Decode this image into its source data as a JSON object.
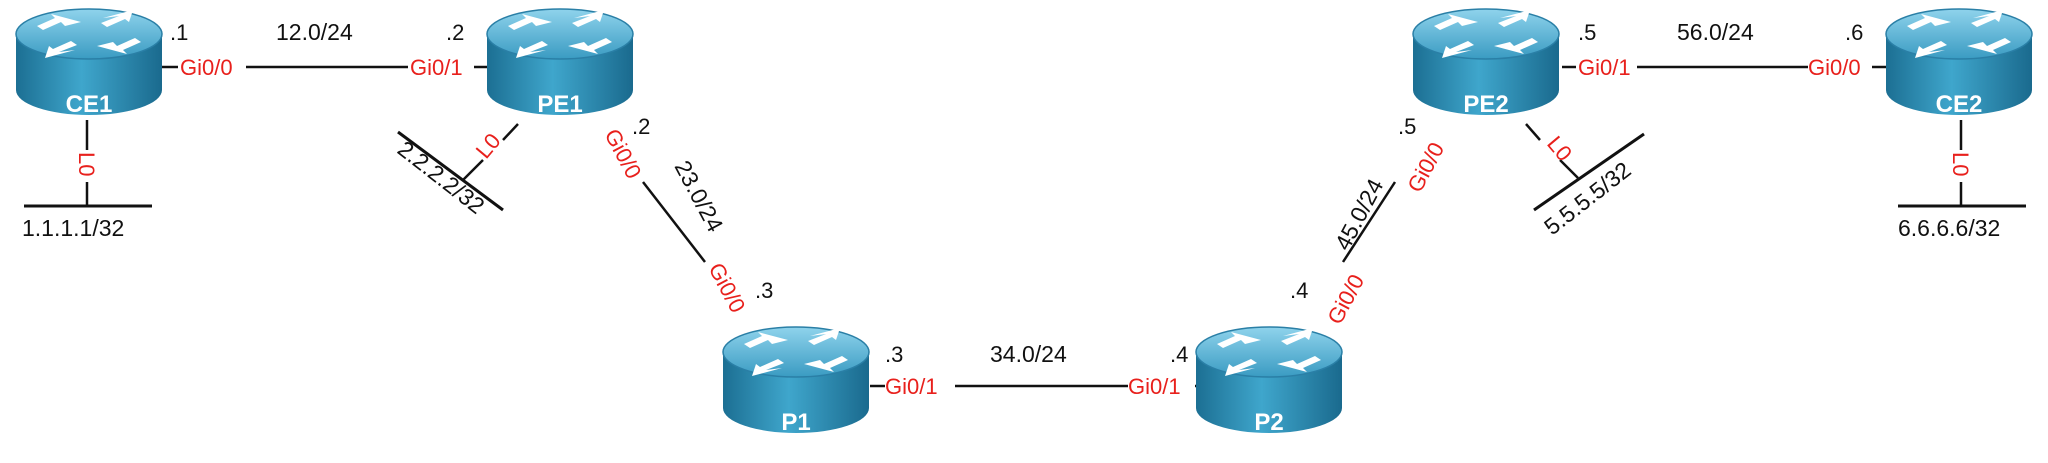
{
  "routers": [
    {
      "id": "ce1",
      "name": "CE1"
    },
    {
      "id": "pe1",
      "name": "PE1"
    },
    {
      "id": "p1",
      "name": "P1"
    },
    {
      "id": "p2",
      "name": "P2"
    },
    {
      "id": "pe2",
      "name": "PE2"
    },
    {
      "id": "ce2",
      "name": "CE2"
    }
  ],
  "links": {
    "ce1_pe1": {
      "subnet": "12.0/24",
      "a_iface": "Gi0/0",
      "a_host": ".1",
      "b_iface": "Gi0/1",
      "b_host": ".2"
    },
    "pe1_p1": {
      "subnet": "23.0/24",
      "a_iface": "Gi0/0",
      "a_host": ".2",
      "b_iface": "Gi0/0",
      "b_host": ".3"
    },
    "p1_p2": {
      "subnet": "34.0/24",
      "a_iface": "Gi0/1",
      "a_host": ".3",
      "b_iface": "Gi0/1",
      "b_host": ".4"
    },
    "p2_pe2": {
      "subnet": "45.0/24",
      "a_iface": "Gi0/0",
      "a_host": ".4",
      "b_iface": "Gi0/0",
      "b_host": ".5"
    },
    "pe2_ce2": {
      "subnet": "56.0/24",
      "a_iface": "Gi0/1",
      "a_host": ".5",
      "b_iface": "Gi0/0",
      "b_host": ".6"
    }
  },
  "loopbacks": {
    "ce1": {
      "iface": "L0",
      "prefix": "1.1.1.1/32"
    },
    "pe1": {
      "iface": "L0",
      "prefix": "2.2.2.2/32"
    },
    "pe2": {
      "iface": "L0",
      "prefix": "5.5.5.5/32"
    },
    "ce2": {
      "iface": "L0",
      "prefix": "6.6.6.6/32"
    }
  },
  "colors": {
    "interface_label": "#e8201c",
    "router_body": "#2a8fb8",
    "link": "#111111"
  }
}
